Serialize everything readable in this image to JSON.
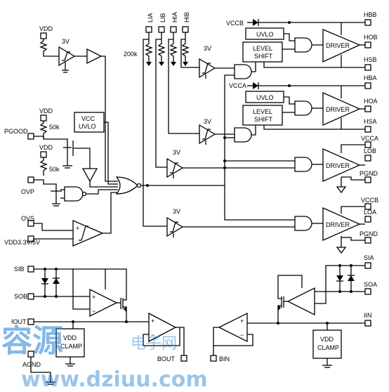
{
  "pins": {
    "vdd": "VDD",
    "pgood": "PGOOD",
    "ovp": "OVP",
    "ovs": "OVS",
    "vdd_sel": "VDD3.3V/5V",
    "sib": "SIB",
    "sob": "SOB",
    "iout": "IOUT",
    "agnd": "AGND",
    "bout": "BOUT",
    "bin": "BIN",
    "iin": "IIN",
    "sia": "SIA",
    "soa": "SOA",
    "lia": "LIA",
    "lib": "LIB",
    "hia": "HIA",
    "hib": "HIB",
    "vccb": "VCCB",
    "vcca": "VCCA",
    "hbb": "HBB",
    "hob": "HOB",
    "hsb": "HSB",
    "hba": "HBA",
    "hoa": "HOA",
    "hsa": "HSA",
    "vcca_r": "VCCA",
    "lob": "LOB",
    "pgnd1": "PGND",
    "vccb_r": "VCCB",
    "loa": "LOA",
    "pgnd2": "PGND"
  },
  "labels": {
    "v3": "3V",
    "r200k": "200k",
    "r50k": "50k",
    "vcc_uvlo_1": "VCC",
    "vcc_uvlo_2": "UVLO",
    "uvlo": "UVLO",
    "level": "LEVEL",
    "shift": "SHIFT",
    "driver": "DRIVER",
    "vdd_clamp_1": "VDD",
    "vdd_clamp_2": "CLAMP",
    "plus": "+",
    "minus": "−"
  },
  "watermark": {
    "cn_big": "容源",
    "cn_small": "电子网",
    "url": "www.dziuu.com"
  }
}
